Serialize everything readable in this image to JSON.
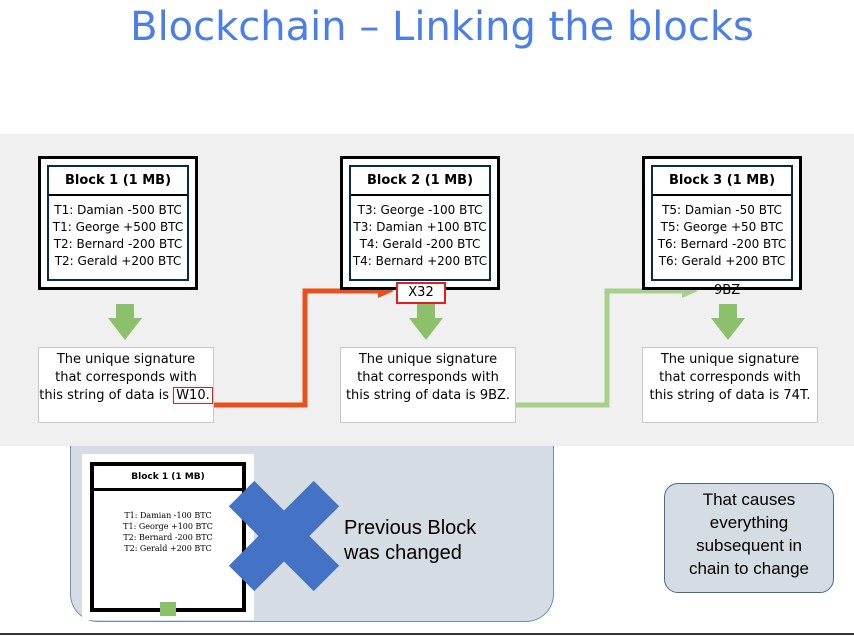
{
  "title": "Blockchain – Linking the blocks",
  "blocks": [
    {
      "title": "Block 1 (1 MB)",
      "tx": [
        "T1: Damian -500 BTC",
        "T1: George +500 BTC",
        "T2: Bernard -200 BTC",
        "T2: Gerald +200 BTC"
      ]
    },
    {
      "title": "Block 2 (1 MB)",
      "tx": [
        "T3: George -100 BTC",
        "T3: Damian +100 BTC",
        "T4: Gerald -200 BTC",
        "T4: Bernard +200 BTC"
      ],
      "prev_hash": "X32"
    },
    {
      "title": "Block 3 (1 MB)",
      "tx": [
        "T5: Damian -50 BTC",
        "T5: George +50 BTC",
        "T6: Bernard -200 BTC",
        "T6: Gerald +200 BTC"
      ],
      "prev_hash": "9BZ"
    }
  ],
  "signatures": [
    {
      "line1": "The unique signature",
      "line2": "that corresponds with",
      "line3": "this string of data is",
      "hash": "W10."
    },
    {
      "line1": "The unique signature",
      "line2": "that corresponds with",
      "line3": "this string of data is 9BZ."
    },
    {
      "line1": "The unique signature",
      "line2": "that corresponds with",
      "line3": "this string of data is 74T."
    }
  ],
  "changed_block": {
    "title": "Block 1 (1 MB)",
    "tx": [
      "T1: Damian -100 BTC",
      "T1: George +100 BTC",
      "T2: Bernard -200 BTC",
      "T2: Gerald +200 BTC"
    ]
  },
  "previous_block_text": [
    "Previous Block",
    "was changed"
  ],
  "causes_text": [
    "That causes",
    "everything",
    "subsequent in",
    "chain to change"
  ],
  "colors": {
    "title": "#4a7ee8",
    "red_arrow": "#e8501e",
    "green_arrow": "#a8d08d",
    "down_arrow": "#8dc06a",
    "cross": "#4472c4"
  }
}
